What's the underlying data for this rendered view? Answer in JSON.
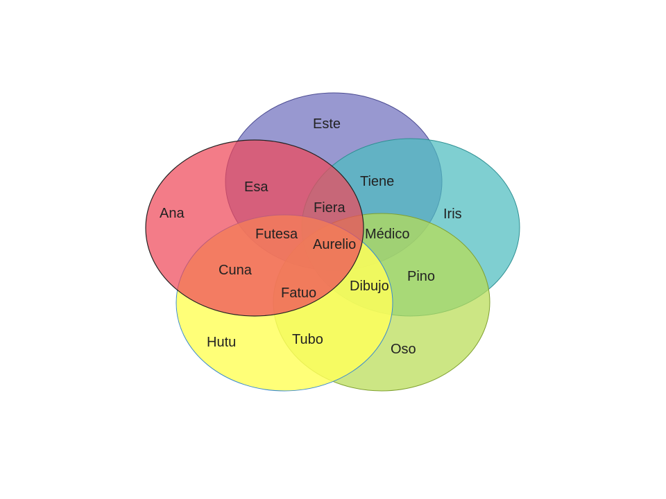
{
  "diagram": {
    "type": "five-set venn diagram",
    "sets": [
      {
        "key": "blue",
        "color": "#7b7bc3",
        "label": "Este"
      },
      {
        "key": "teal",
        "color": "#4dbcbf",
        "label": "Iris"
      },
      {
        "key": "green",
        "color": "#b8dc55",
        "label": "Oso"
      },
      {
        "key": "yellow",
        "color": "#ffff5a",
        "label": "Hutu"
      },
      {
        "key": "red",
        "color": "#ef4a5a",
        "label": "Ana"
      }
    ],
    "regions": {
      "esa": "Esa",
      "tiene": "Tiene",
      "fiera": "Fiera",
      "futesa": "Futesa",
      "medico": "Médico",
      "aurelio": "Aurelio",
      "cuna": "Cuna",
      "pino": "Pino",
      "dibujo": "Dibujo",
      "fatuo": "Fatuo",
      "tubo": "Tubo"
    }
  }
}
